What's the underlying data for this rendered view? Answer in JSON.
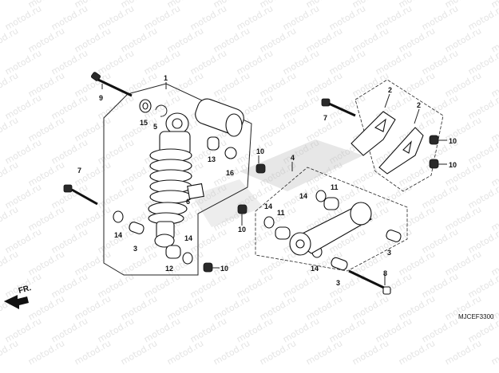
{
  "watermark_text": "motod.ru",
  "diagram_code": "MJCEF3300",
  "direction_label": "FR.",
  "callouts": [
    {
      "id": "c1",
      "label": "1"
    },
    {
      "id": "c2a",
      "label": "2"
    },
    {
      "id": "c2b",
      "label": "2"
    },
    {
      "id": "c3a",
      "label": "3"
    },
    {
      "id": "c3b",
      "label": "3"
    },
    {
      "id": "c3c",
      "label": "3"
    },
    {
      "id": "c4",
      "label": "4"
    },
    {
      "id": "c5",
      "label": "5"
    },
    {
      "id": "c6",
      "label": "6"
    },
    {
      "id": "c7a",
      "label": "7"
    },
    {
      "id": "c7b",
      "label": "7"
    },
    {
      "id": "c8",
      "label": "8"
    },
    {
      "id": "c9",
      "label": "9"
    },
    {
      "id": "c10a",
      "label": "10"
    },
    {
      "id": "c10b",
      "label": "10"
    },
    {
      "id": "c10c",
      "label": "10"
    },
    {
      "id": "c10d",
      "label": "10"
    },
    {
      "id": "c10e",
      "label": "10"
    },
    {
      "id": "c11a",
      "label": "11"
    },
    {
      "id": "c11b",
      "label": "11"
    },
    {
      "id": "c12",
      "label": "12"
    },
    {
      "id": "c13",
      "label": "13"
    },
    {
      "id": "c14a",
      "label": "14"
    },
    {
      "id": "c14b",
      "label": "14"
    },
    {
      "id": "c14c",
      "label": "14"
    },
    {
      "id": "c14d",
      "label": "14"
    },
    {
      "id": "c14e",
      "label": "14"
    },
    {
      "id": "c15",
      "label": "15"
    },
    {
      "id": "c16",
      "label": "16"
    }
  ]
}
